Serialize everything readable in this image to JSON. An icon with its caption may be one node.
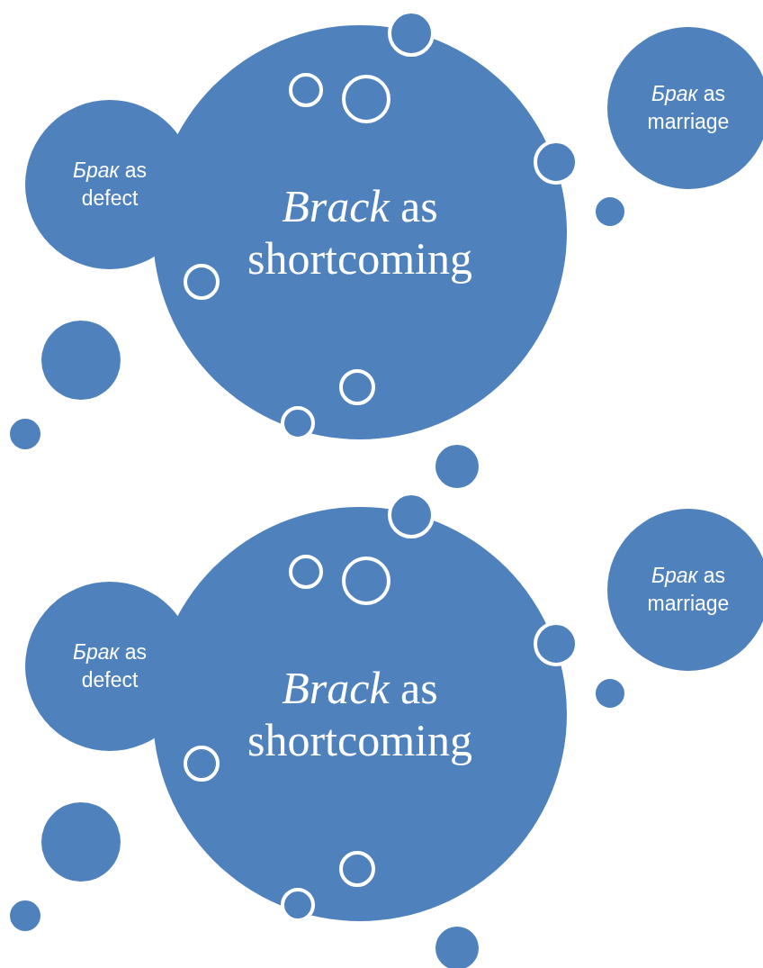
{
  "diagram": {
    "nodes": [
      {
        "text": [
          "*Brack* as shortcoming"
        ]
      },
      {
        "text": [],
        "shape": "circle",
        "in": 0
      },
      {
        "text": [],
        "shape": "circle",
        "in": 0
      },
      {
        "text": [],
        "shape": "circle",
        "in": 0
      },
      {
        "text": [],
        "shape": "circle",
        "in": 0
      },
      {
        "text": [],
        "shape": "circle"
      },
      {
        "text": [
          "*Брак* as marriage"
        ]
      },
      {
        "text": [
          "*Брак* as defect"
        ]
      },
      {
        "text": [],
        "shape": "circle"
      },
      {
        "text": [],
        "shape": "circle"
      },
      {
        "text": [],
        "shape": "circle"
      },
      {
        "text": [],
        "shape": "circle",
        "in": 0
      },
      {
        "text": [],
        "shape": "circle"
      },
      {
        "text": [],
        "shape": "circle"
      },
      {
        "text": [
          "*Brack* as shortcoming"
        ]
      },
      {
        "text": [],
        "shape": "circle",
        "in": 14
      },
      {
        "text": [],
        "shape": "circle",
        "in": 14
      },
      {
        "text": [],
        "shape": "circle",
        "in": 14
      },
      {
        "text": [],
        "shape": "circle",
        "in": 14
      },
      {
        "text": [],
        "shape": "circle"
      },
      {
        "text": [
          "*Брак* as marriage"
        ]
      },
      {
        "text": [
          "*Брак* as defect"
        ]
      },
      {
        "text": [],
        "shape": "circle"
      },
      {
        "text": [],
        "shape": "circle"
      },
      {
        "text": [],
        "shape": "circle"
      },
      {
        "text": [],
        "shape": "circle",
        "in": 14
      },
      {
        "text": [],
        "shape": "circle"
      },
      {
        "text": [],
        "shape": "circle"
      }
    ]
  }
}
